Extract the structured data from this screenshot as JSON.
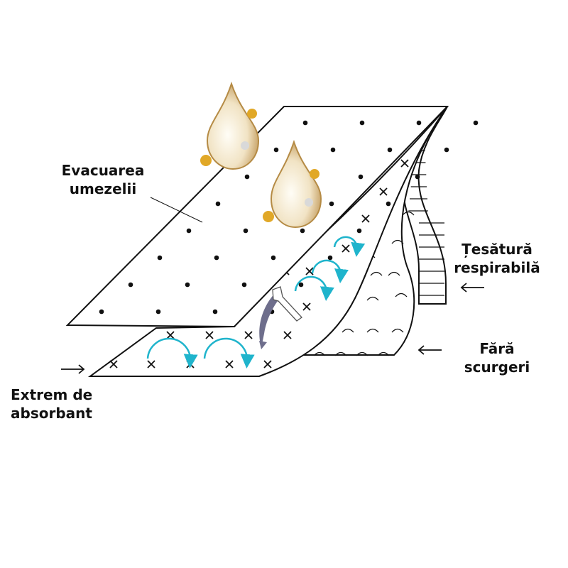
{
  "labels": {
    "moisture": [
      "Evacuarea",
      "umezelii"
    ],
    "breathable": [
      "Țesătură",
      "respirabilă"
    ],
    "no_leak": [
      "Fără",
      "scurgeri"
    ],
    "absorbent": [
      "Extrem de",
      "absorbant"
    ]
  },
  "colors": {
    "line": "#111111",
    "flow_arrow": "#1fb4cc",
    "drop": "#d8b26a",
    "down_arrow": "#6e6e8c"
  }
}
